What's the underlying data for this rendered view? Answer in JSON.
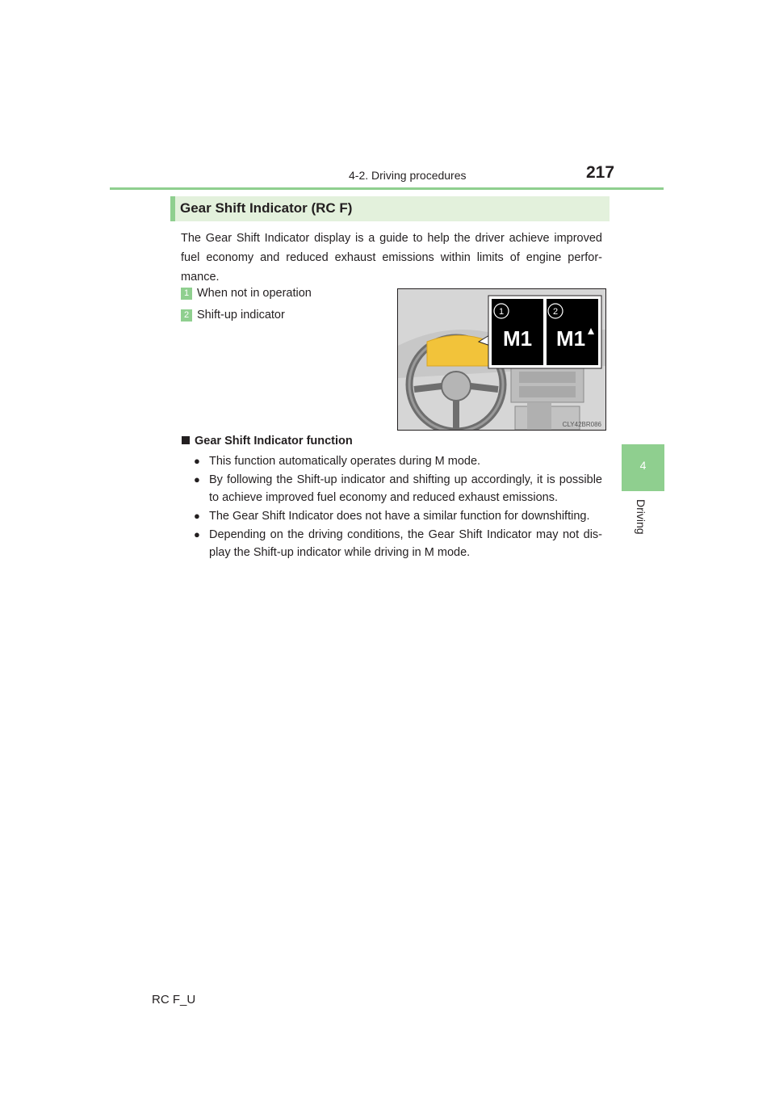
{
  "header": {
    "section": "4-2. Driving procedures",
    "page_number": "217"
  },
  "side_tab": {
    "number": "4",
    "label": "Driving"
  },
  "section_title": "Gear Shift Indicator (RC F)",
  "intro_text": "The Gear Shift Indicator display is a guide to help the driver achieve improved fuel economy and reduced exhaust emissions within limits of engine perfor-mance.",
  "callouts": [
    {
      "number": "1",
      "label": "When not in operation"
    },
    {
      "number": "2",
      "label": "Shift-up indicator"
    }
  ],
  "figure": {
    "display_left": "M1",
    "display_right": "M1",
    "code": "CLY42BR086"
  },
  "subsection_title": "Gear Shift Indicator function",
  "bullets": [
    "This function automatically operates during M mode.",
    "By following the Shift-up indicator and shifting up accordingly, it is possible to achieve improved fuel economy and reduced exhaust emissions.",
    "The Gear Shift Indicator does not have a similar function for downshifting.",
    "Depending on the driving conditions, the Gear Shift Indicator may not dis-play the Shift-up indicator while driving in M mode."
  ],
  "footer": "RC F_U",
  "colors": {
    "accent_green": "#8fcf8f",
    "title_bar_bg": "#e3f1dc",
    "highlight_yellow": "#f2c33a",
    "text": "#231f20"
  }
}
